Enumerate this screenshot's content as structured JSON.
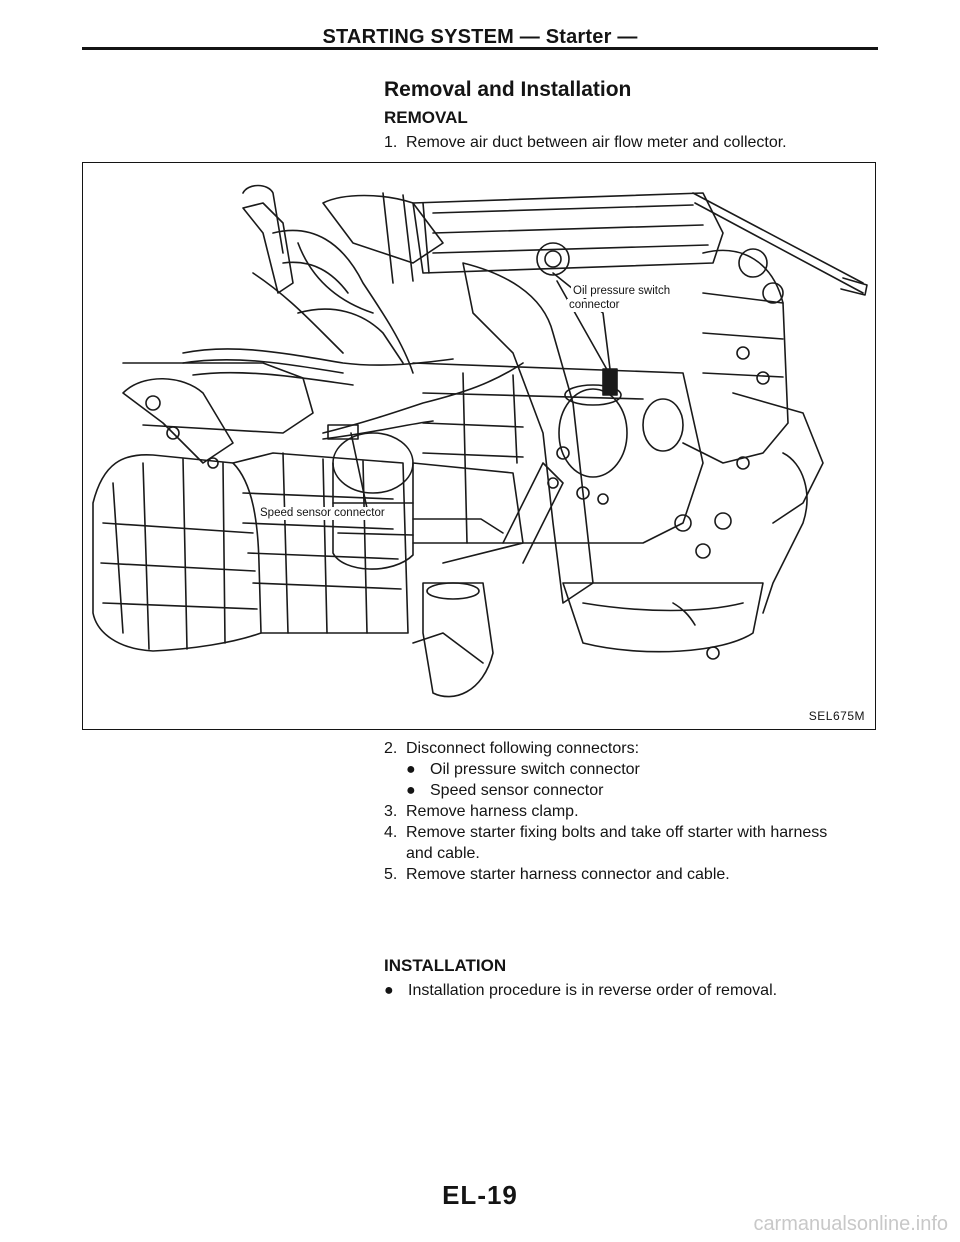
{
  "header": {
    "title": "STARTING SYSTEM — Starter —"
  },
  "section": {
    "title": "Removal and Installation"
  },
  "removal": {
    "title": "REMOVAL",
    "step1": {
      "num": "1.",
      "text": "Remove air duct between air flow meter and collector."
    }
  },
  "figure": {
    "code": "SEL675M",
    "callout_oil": [
      "Oil pressure switch",
      "connector"
    ],
    "callout_speed": "Speed sensor connector"
  },
  "steps": [
    {
      "num": "2.",
      "text": "Disconnect following connectors:"
    },
    {
      "bullet": "●",
      "text": "Oil pressure switch connector"
    },
    {
      "bullet": "●",
      "text": "Speed sensor connector"
    },
    {
      "num": "3.",
      "text": "Remove harness clamp."
    },
    {
      "num": "4.",
      "text": "Remove starter fixing bolts and take off starter with harness"
    },
    {
      "cont": "and cable."
    },
    {
      "num": "5.",
      "text": "Remove starter harness connector and cable."
    }
  ],
  "installation": {
    "title": "INSTALLATION",
    "bullet": "●",
    "text": "Installation procedure is in reverse order of removal."
  },
  "page_number": "EL-19",
  "watermark": "carmanualsonline.info"
}
